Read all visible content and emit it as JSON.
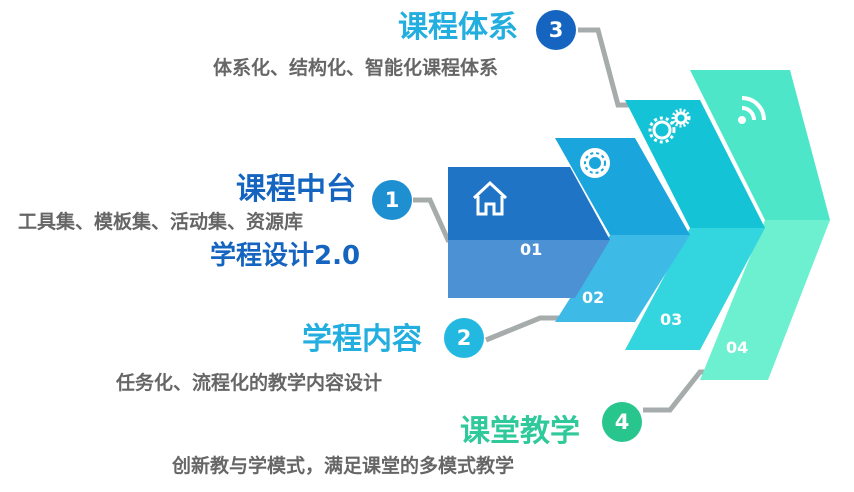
{
  "steps": [
    {
      "badge": "1",
      "title": "课程中台",
      "subtitle": "工具集、模板集、活动集、资源库",
      "extra": "学程设计2.0",
      "number": "01",
      "icon": "house-icon",
      "title_color": "#1565c0",
      "badge_color": "#1e90d2",
      "color_top": "#1f74c6",
      "color_bottom": "#4c91d4"
    },
    {
      "badge": "2",
      "title": "学程内容",
      "subtitle": "任务化、流程化的教学内容设计",
      "number": "02",
      "icon": "gear-icon",
      "title_color": "#23aee0",
      "badge_color": "#23b8df",
      "color_top": "#1aa5dc",
      "color_bottom": "#3dbbe6"
    },
    {
      "badge": "3",
      "title": "课程体系",
      "subtitle": "体系化、结构化、智能化课程体系",
      "number": "03",
      "icon": "gears-icon",
      "title_color": "#23aee0",
      "badge_color": "#1565c0",
      "color_top": "#14c4d6",
      "color_bottom": "#33d5de"
    },
    {
      "badge": "4",
      "title": "课堂教学",
      "subtitle": "创新教与学模式，满足课堂的多模式教学",
      "number": "04",
      "icon": "wifi-icon",
      "title_color": "#2fc99a",
      "badge_color": "#28c58d",
      "color_top": "#4ee6c8",
      "color_bottom": "#6df0cf"
    }
  ],
  "connector_color": "#a5acab"
}
